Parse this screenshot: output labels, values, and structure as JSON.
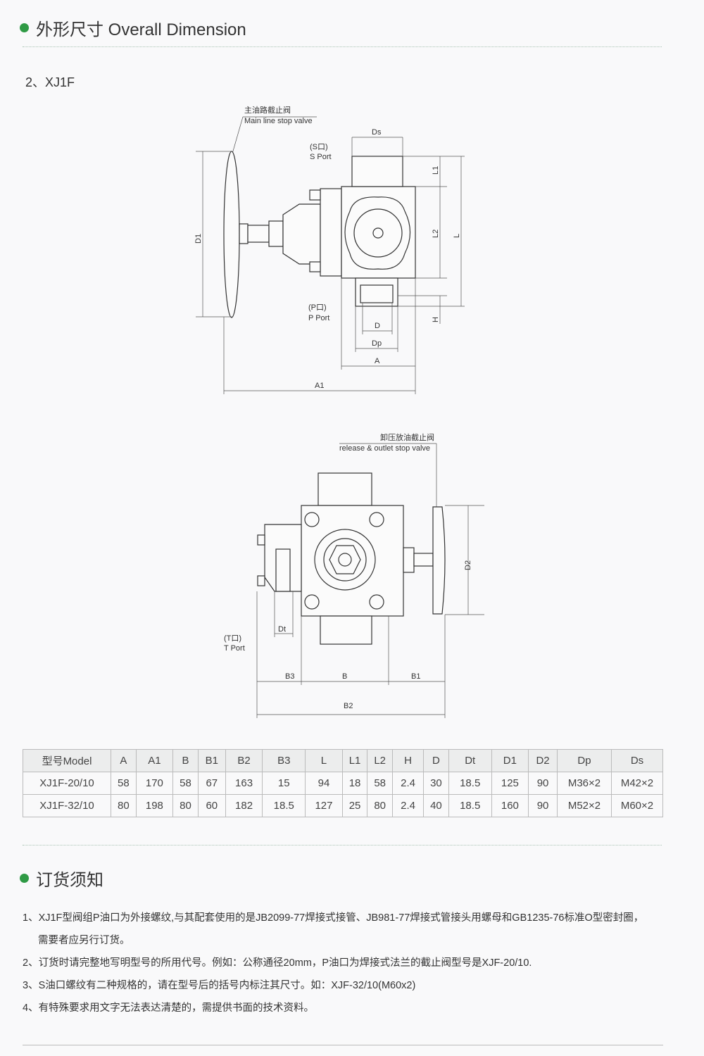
{
  "section1_title": "外形尺寸 Overall Dimension",
  "subtitle": "2、XJ1F",
  "drawing1": {
    "callout_cn": "主油路截止阀",
    "callout_en": "Main line stop valve",
    "s_port_cn": "(S口)",
    "s_port_en": "S Port",
    "p_port_cn": "(P口)",
    "p_port_en": "P Port",
    "dims": {
      "Ds": "Ds",
      "L1": "L1",
      "L2": "L2",
      "L": "L",
      "H": "H",
      "D": "D",
      "Dp": "Dp",
      "A": "A",
      "A1": "A1",
      "D1": "D1"
    }
  },
  "drawing2": {
    "callout_cn": "卸压放油截止阀",
    "callout_en": "release & outlet stop valve",
    "t_port_cn": "(T口)",
    "t_port_en": "T Port",
    "dims": {
      "D2": "D2",
      "Dt": "Dt",
      "B3": "B3",
      "B": "B",
      "B1": "B1",
      "B2": "B2"
    }
  },
  "table": {
    "headers": [
      "型号Model",
      "A",
      "A1",
      "B",
      "B1",
      "B2",
      "B3",
      "L",
      "L1",
      "L2",
      "H",
      "D",
      "Dt",
      "D1",
      "D2",
      "Dp",
      "Ds"
    ],
    "rows": [
      [
        "XJ1F-20/10",
        "58",
        "170",
        "58",
        "67",
        "163",
        "15",
        "94",
        "18",
        "58",
        "2.4",
        "30",
        "18.5",
        "125",
        "90",
        "M36×2",
        "M42×2"
      ],
      [
        "XJ1F-32/10",
        "80",
        "198",
        "80",
        "60",
        "182",
        "18.5",
        "127",
        "25",
        "80",
        "2.4",
        "40",
        "18.5",
        "160",
        "90",
        "M52×2",
        "M60×2"
      ]
    ]
  },
  "section2_title": "订货须知",
  "notes": [
    "1、XJ1F型阀组P油口为外接螺纹,与其配套使用的是JB2099-77焊接式接管、JB981-77焊接式管接头用螺母和GB1235-76标准O型密封圈，",
    "需要者应另行订货。",
    "2、订货时请完整地写明型号的所用代号。例如：公称通径20mm，P油口为焊接式法兰的截止阀型号是XJF-20/10.",
    "3、S油口螺纹有二种规格的，请在型号后的括号内标注其尺寸。如：XJF-32/10(M60x2)",
    "4、有特殊要求用文字无法表达清楚的，需提供书面的技术资料。"
  ],
  "colors": {
    "accent": "#2f9a45"
  }
}
